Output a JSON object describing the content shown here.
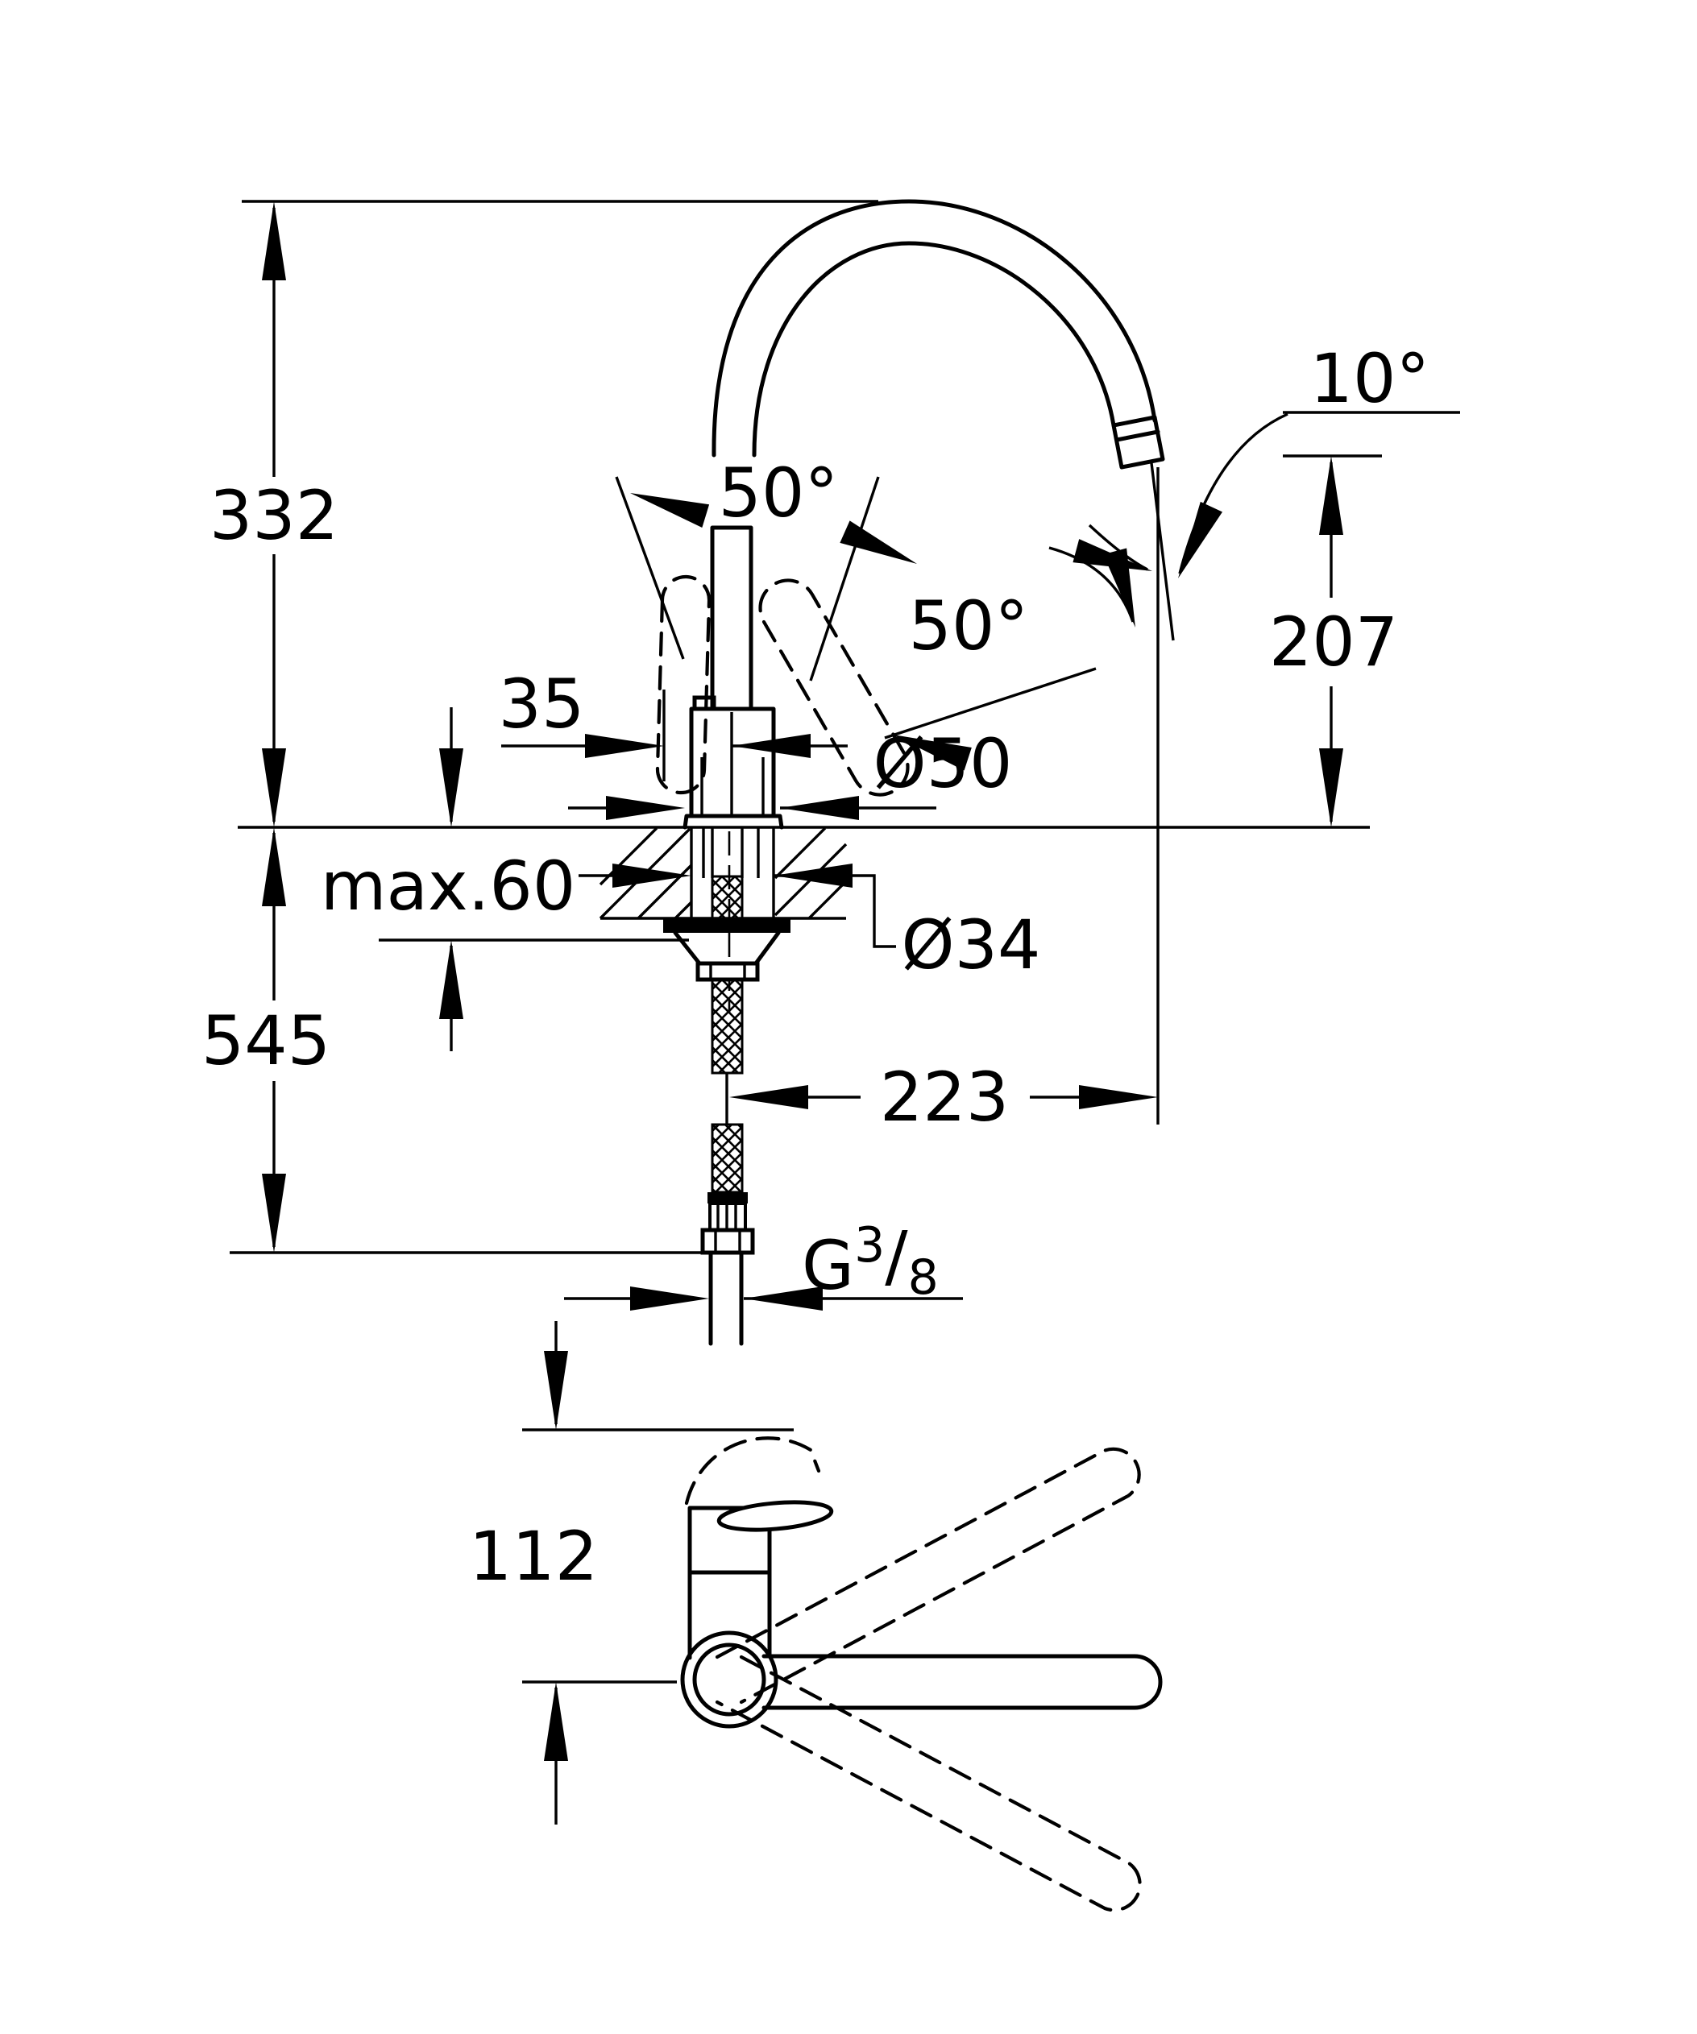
{
  "drawing": {
    "side_view": {
      "spout_top_height": "332",
      "overall_height_below_deck": "545",
      "max_counter_thickness": "max.60",
      "handle_front_offset": "35",
      "base_diameter": "Ø50",
      "hole_diameter": "Ø34",
      "spout_reach": "223",
      "outlet_height": "207",
      "outlet_angle": "10°",
      "lever_swing_angle_left": "50°",
      "lever_swing_angle_right": "50°",
      "thread_letter": "G",
      "thread_numerator": "3",
      "thread_slash": "/",
      "thread_denominator": "8"
    },
    "top_view": {
      "handle_to_spout_axis": "112"
    }
  }
}
